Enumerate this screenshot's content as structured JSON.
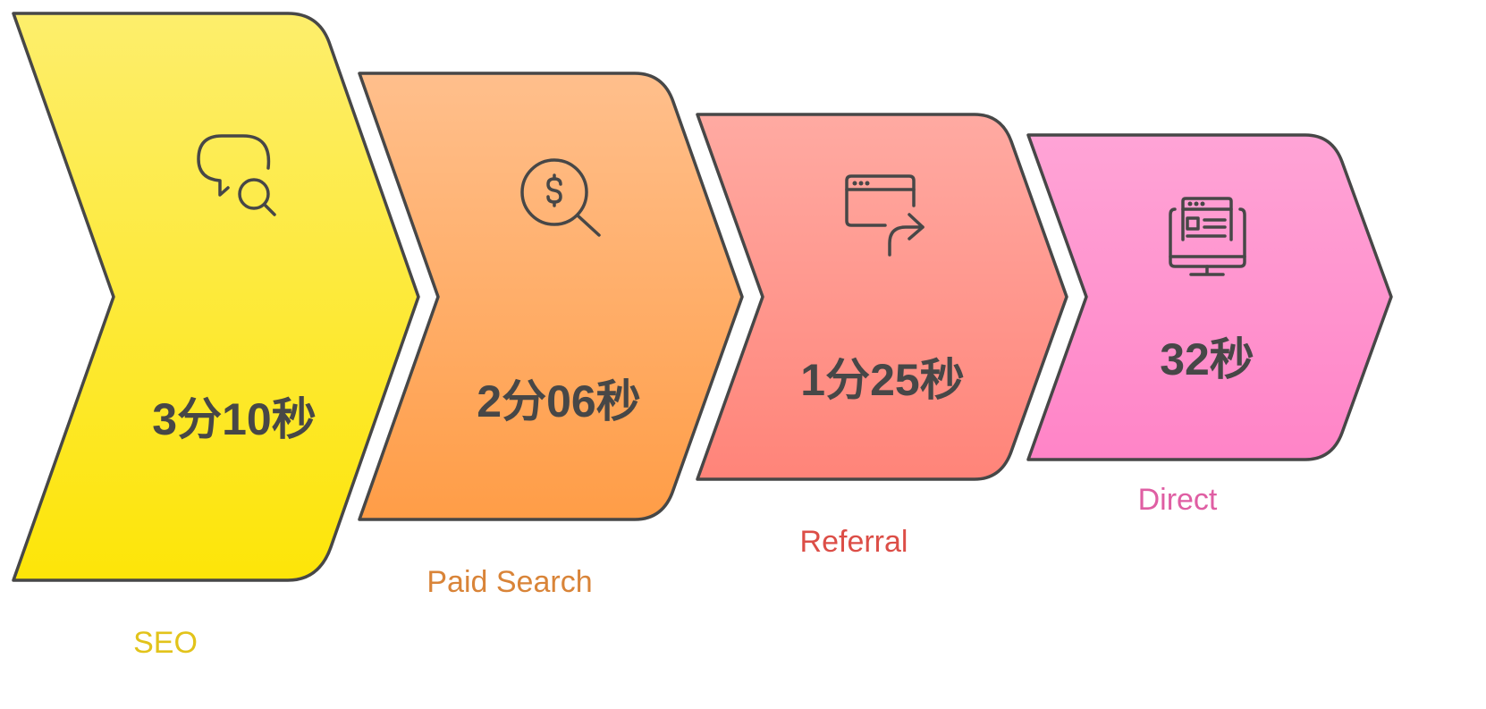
{
  "title": "Average session duration by channel",
  "steps": [
    {
      "label": "SEO",
      "value": "3分10秒",
      "icon": "chat-search-icon",
      "color": "#e2c31a"
    },
    {
      "label": "Paid Search",
      "value": "2分06秒",
      "icon": "dollar-search-icon",
      "color": "#d98438"
    },
    {
      "label": "Referral",
      "value": "1分25秒",
      "icon": "browser-redirect-icon",
      "color": "#dc4e47"
    },
    {
      "label": "Direct",
      "value": "32秒",
      "icon": "desktop-browser-icon",
      "color": "#df5ea3"
    }
  ]
}
